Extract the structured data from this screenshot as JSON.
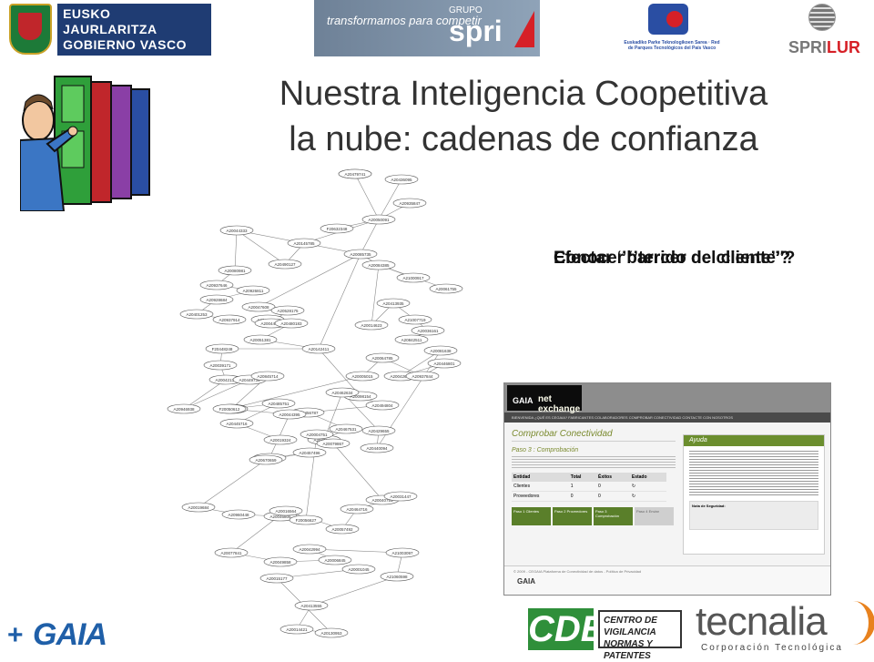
{
  "header": {
    "gov_line1": "EUSKO JAURLARITZA",
    "gov_line2": "GOBIERNO VASCO",
    "spri_tagline": "transformamos para competir",
    "spri_group": "GRUPO",
    "spri_name": "spri",
    "parke_text": "Euskadiko Parke Teknologikoen Sarea · Red de Parques Tecnológicos del País Vasco",
    "sprilur_a": "SPRI",
    "sprilur_b": "LUR"
  },
  "title": {
    "line1": "Nuestra Inteligencia Coopetitiva",
    "line2": "la nube: cadenas de confianza"
  },
  "question_overlap": [
    "Efectar ‘’barrido del cliente’’?",
    "Conocer ‘’tercer de cliente’’?"
  ],
  "graph_nodes": [
    "A20926184",
    "A20436095",
    "A20935847",
    "A20050091",
    "F20632348",
    "A20145785",
    "A20085735",
    "A20490127",
    "A20044333",
    "A20080981",
    "A20937646",
    "A20926811",
    "A20928684",
    "A20401253",
    "A20937914",
    "A20687494",
    "A20084385",
    "A21000917",
    "A20061755",
    "A20014623",
    "A20413935",
    "A21007719",
    "A20036161",
    "A20842511",
    "A20047608",
    "A20528175",
    "A20044765",
    "A20480183",
    "A20051381",
    "A20142411",
    "F20448248",
    "A20039171",
    "A20042131",
    "A20946938",
    "A20449734",
    "A20845714",
    "A20847806",
    "A20485751",
    "A20445716",
    "A20019324",
    "A20098154",
    "A20494804",
    "A20456787",
    "A20467531",
    "A20481751",
    "A20462634",
    "A20429655",
    "A20440094",
    "A20081638",
    "A20042675",
    "A20446801",
    "A20937844",
    "A20064785",
    "A20005015",
    "F20050612",
    "A20044395",
    "A20479857",
    "A20457496",
    "A20670659",
    "A20019684",
    "A20960448",
    "A20046805",
    "F20056627",
    "A20004751",
    "A20079867",
    "A20040751",
    "A20031447",
    "A20464716",
    "A20057492",
    "A20016564",
    "A20077841",
    "A20049858",
    "A20006845",
    "A20042994",
    "A21003097",
    "A21060598",
    "A20413555",
    "A20014421",
    "A20130953",
    "A20015177",
    "A20001045",
    "A20479741"
  ],
  "screenshot": {
    "logo_a": "GAIA",
    "logo_b": "net exchange",
    "menu": "BIENVENIDA   ¿QUÉ ES CEGAIA?   FABRICANTES COLABORADORES   COMPROBAR CONECTIVIDAD   CONTACTE CON NOSOTROS",
    "heading": "Comprobar Conectividad",
    "step_title": "Paso 3 : Comprobación",
    "table_headers": [
      "Entidad",
      "Total",
      "Éxitos",
      "Estado"
    ],
    "table_rows": [
      [
        "Clientes",
        "1",
        "0",
        "↻"
      ],
      [
        "Proveedores",
        "0",
        "0",
        "↻"
      ]
    ],
    "steps": [
      "Paso 1 Clientes",
      "Paso 2 Proveedores",
      "Paso 3 Comprobación",
      "Paso 4 Enviar"
    ],
    "help_title": "Ayuda",
    "note_title": "Nota de Seguridad:",
    "footer": "© 2009 - CEGAIA Plataforma de Conectividad de datos - Política de Privacidad",
    "footer_logo": "GAIA"
  },
  "footer_logos": {
    "gaia": "GAIA",
    "cde": "CDE",
    "cvnp_line1": "CENTRO DE VIGILANCIA",
    "cvnp_line2": "NORMAS Y PATENTES",
    "tecnalia": "tecnalia",
    "tecnalia_sub": "Corporación Tecnológica"
  },
  "colors": {
    "title": "#333333",
    "gov_blue": "#1f3c73",
    "spri_red": "#d62027",
    "gaia_blue": "#1f5fa8",
    "cde_green": "#2f8f3a",
    "tec_orange": "#e8821e"
  }
}
